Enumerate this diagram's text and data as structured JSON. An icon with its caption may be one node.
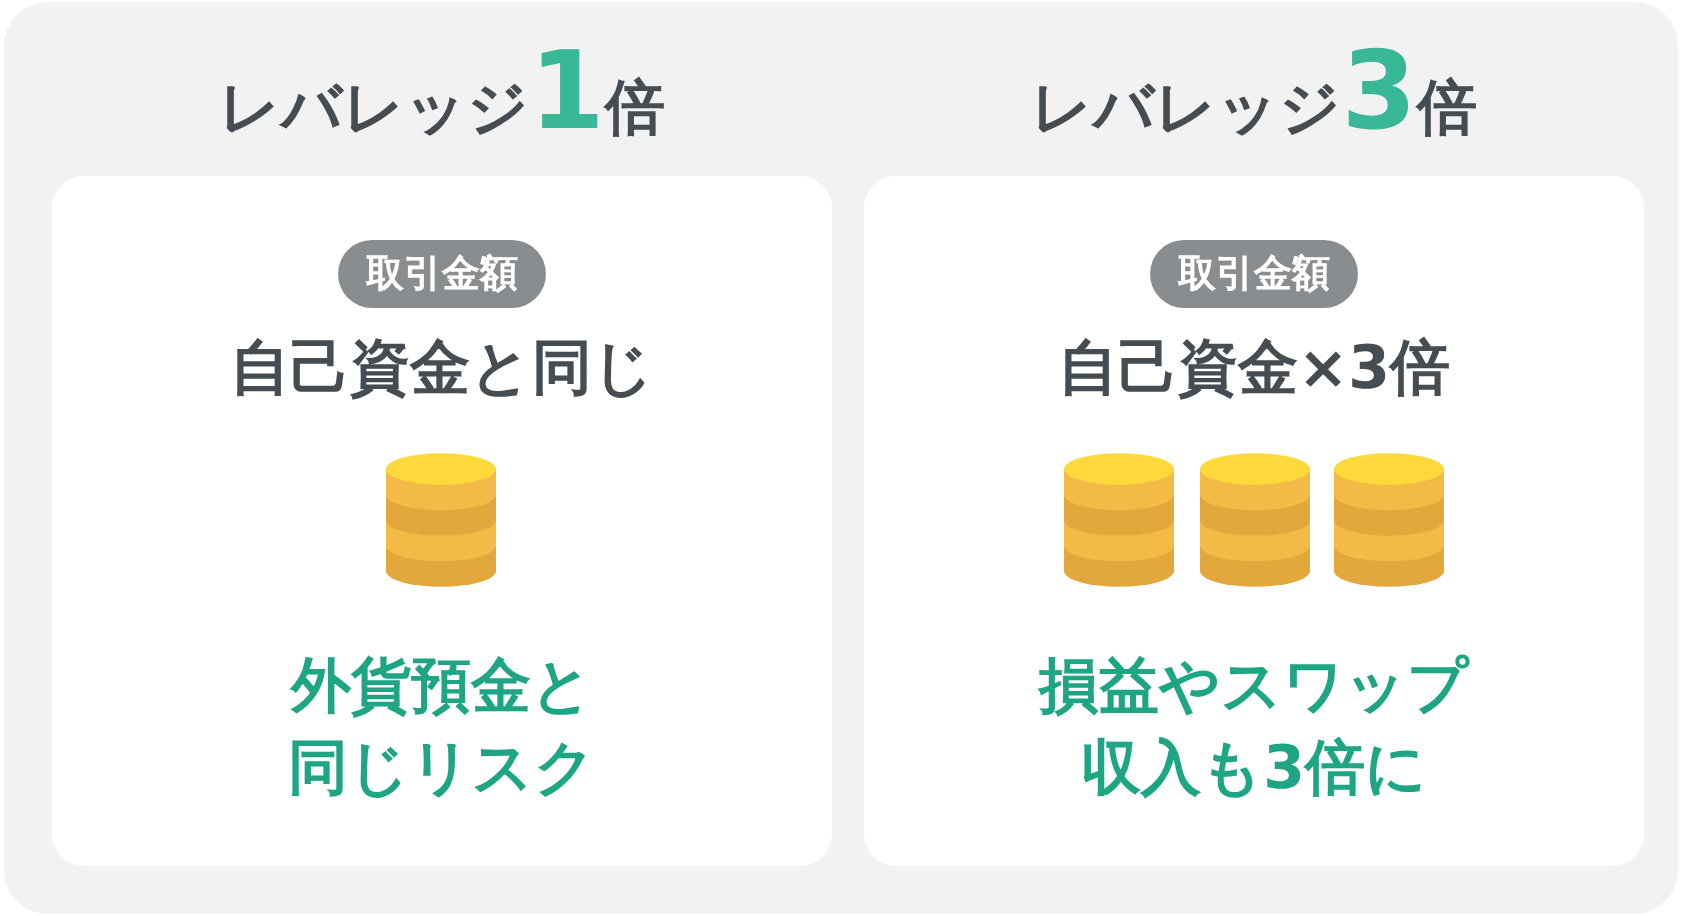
{
  "diagram": {
    "nodes": [
      {
        "text": [],
        "shape": "box"
      },
      {
        "text": [
          "レバレッジ**1**倍",
          "自己資金と同じ",
          "外貨預金と同じリスク"
        ],
        "in": 0
      },
      {
        "text": [
          "取引金額"
        ],
        "in": 1
      },
      {
        "text": [
          "レバレッジ**3**倍",
          "自己資金×3倍",
          "損益やスワップ収入も3倍に"
        ],
        "in": 0
      },
      {
        "text": [
          "取引金額"
        ],
        "in": 3
      }
    ]
  }
}
